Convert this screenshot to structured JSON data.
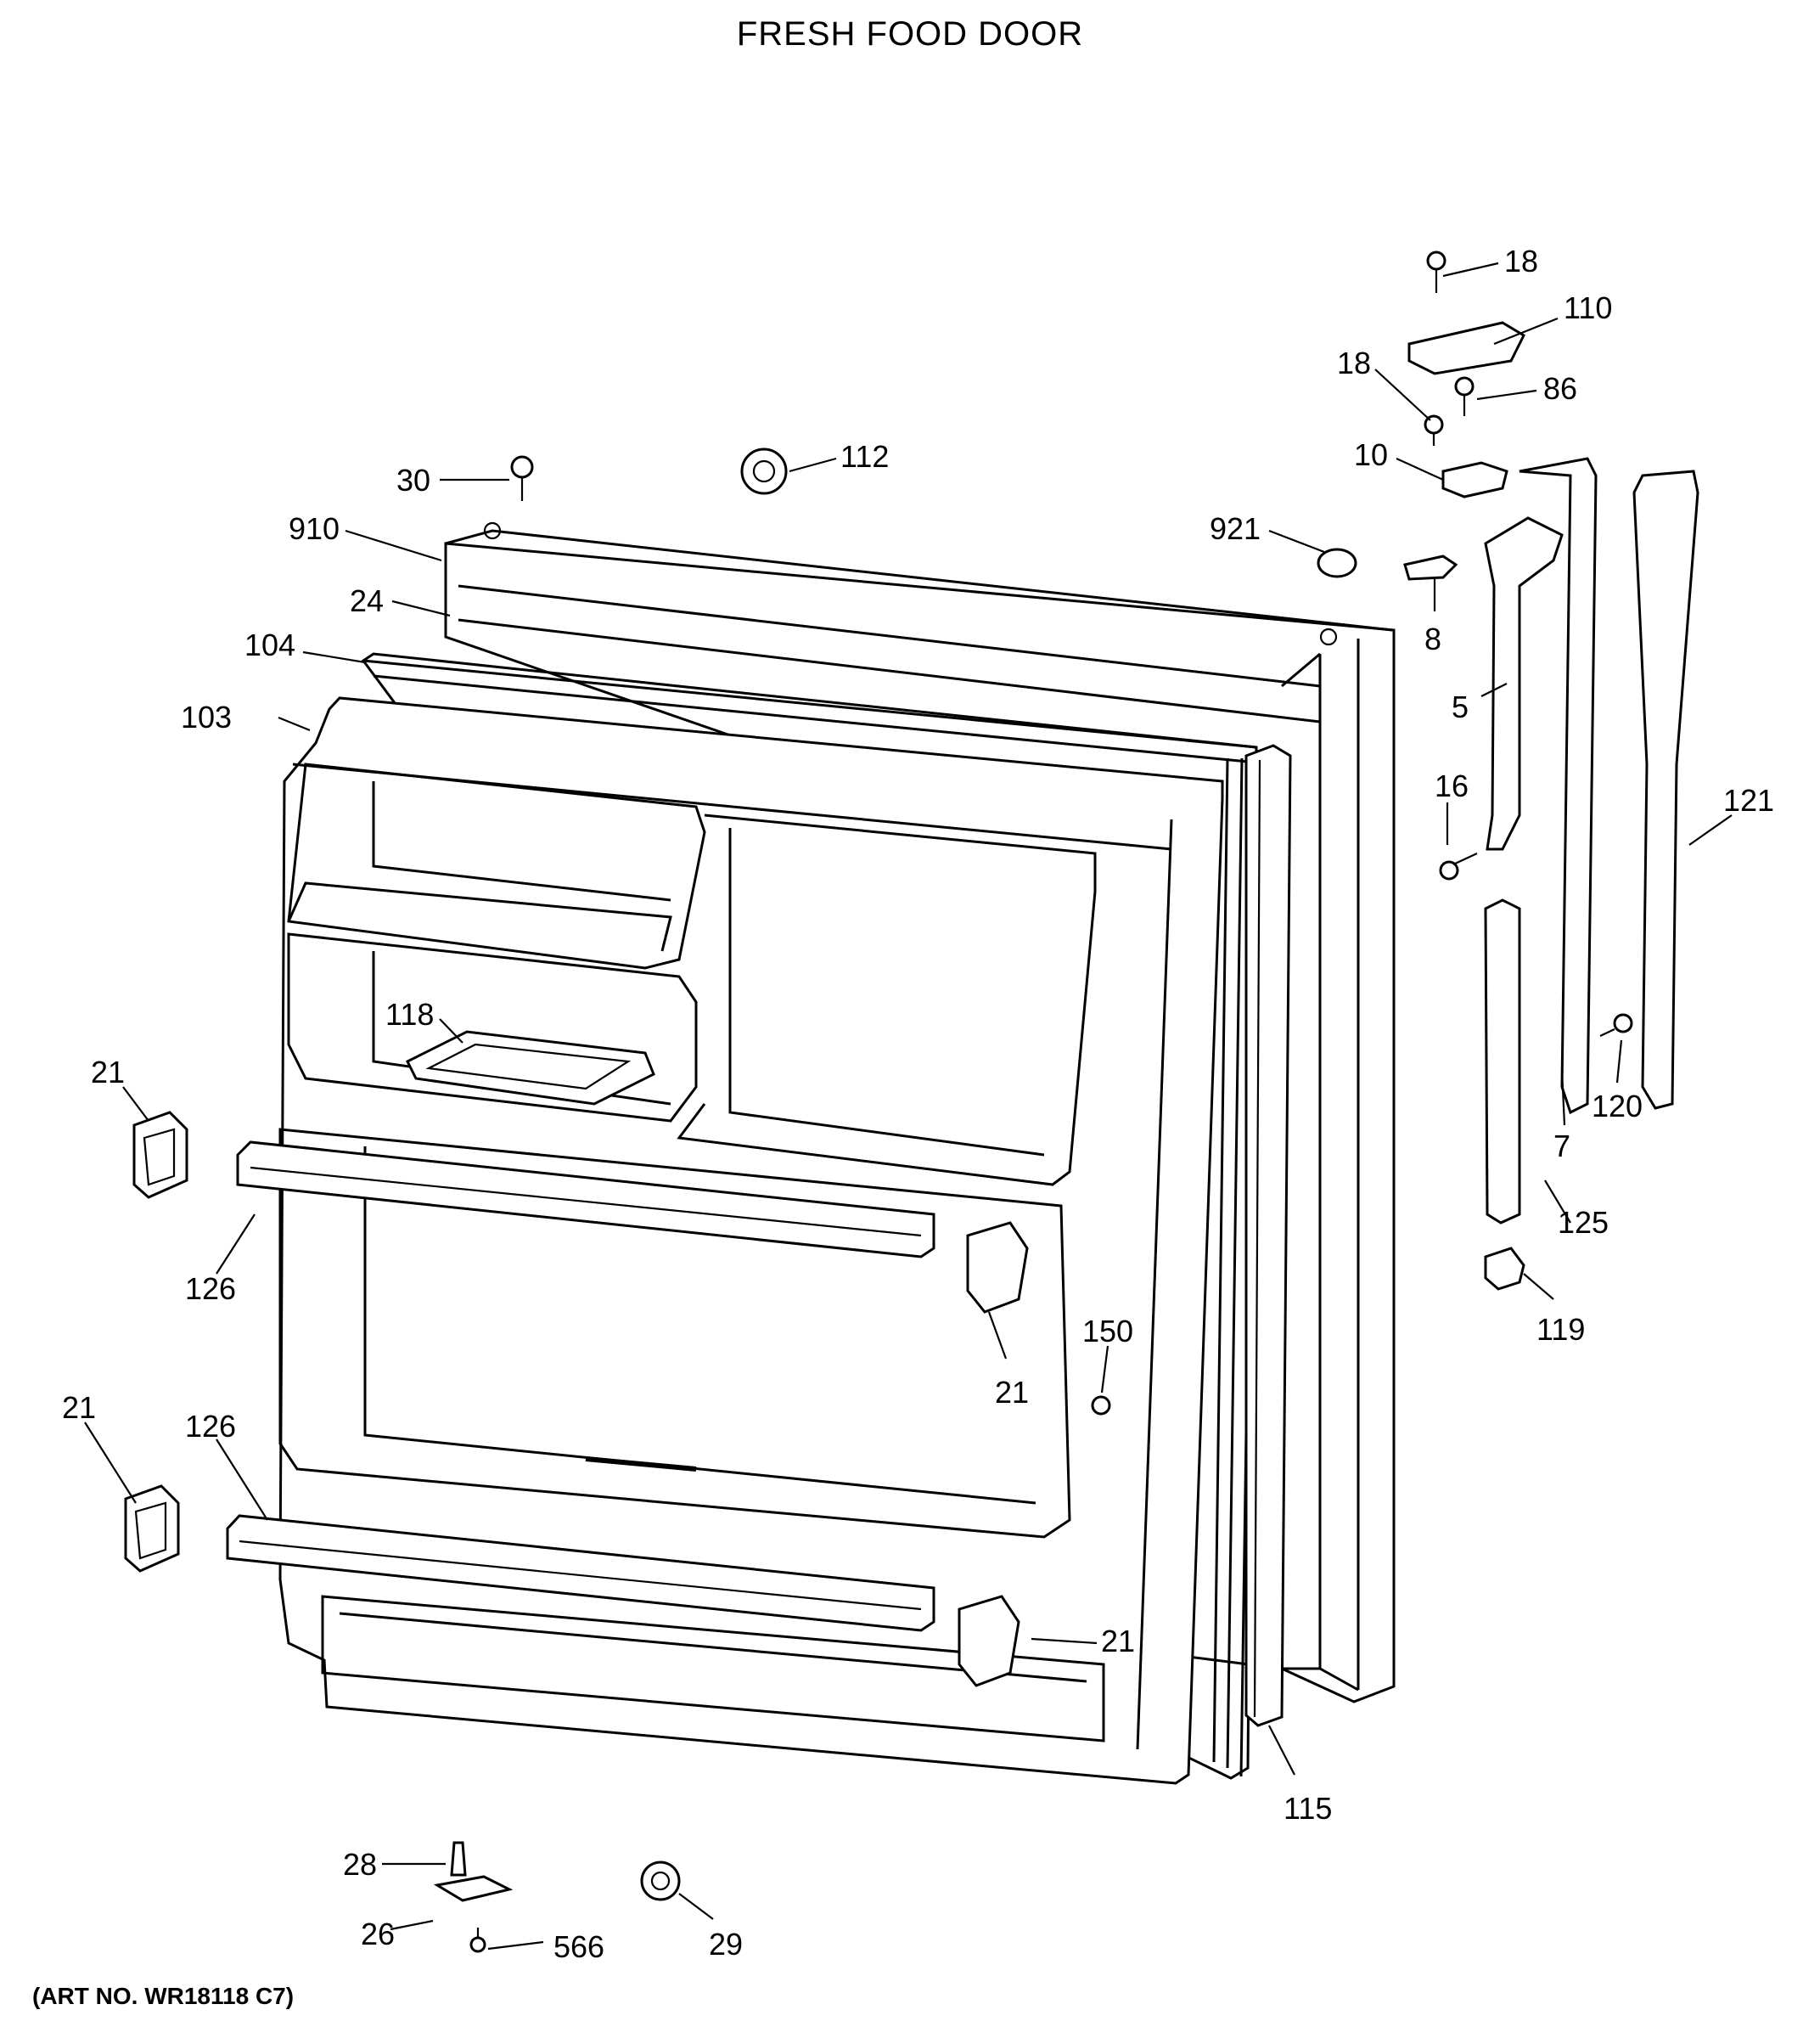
{
  "title": "FRESH FOOD DOOR",
  "art_number": "(ART NO. WR18118 C7)",
  "callouts": {
    "c18a": "18",
    "c110": "110",
    "c18b": "18",
    "c86": "86",
    "c10": "10",
    "c30": "30",
    "c112": "112",
    "c910": "910",
    "c921": "921",
    "c24": "24",
    "c8": "8",
    "c104": "104",
    "c103": "103",
    "c5": "5",
    "c16": "16",
    "c121": "121",
    "c118": "118",
    "c21a": "21",
    "c120": "120",
    "c7": "7",
    "c125": "125",
    "c126a": "126",
    "c119": "119",
    "c150": "150",
    "c21b": "21",
    "c21c": "21",
    "c126b": "126",
    "c21d": "21",
    "c115": "115",
    "c28": "28",
    "c26": "26",
    "c566": "566",
    "c29": "29"
  }
}
